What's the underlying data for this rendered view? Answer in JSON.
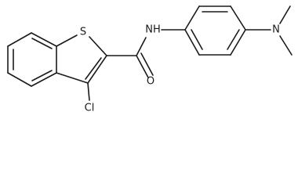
{
  "structure": {
    "atom_labels": {
      "sulfur": "S",
      "amide_nh": "NH",
      "carbonyl_oxygen": "O",
      "chlorine": "Cl",
      "dimethylamino_n": "N"
    }
  }
}
